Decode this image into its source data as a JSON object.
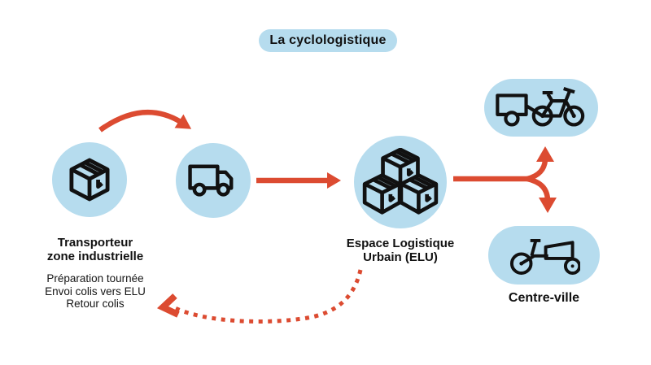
{
  "title": "La cyclologistique",
  "colors": {
    "accent_blue": "#B6DCEE",
    "accent_red": "#DC4B31",
    "ink": "#111111",
    "background": "#FFFFFF"
  },
  "nodes": {
    "transporteur": {
      "icon": "package-icon",
      "label_line1": "Transporteur",
      "label_line2": "zone industrielle",
      "details": [
        "Préparation tournée",
        "Envoi colis vers ELU",
        "Retour colis"
      ]
    },
    "camion": {
      "icon": "truck-icon"
    },
    "elu": {
      "icon": "parcel-stack-icon",
      "label_line1": "Espace Logistique",
      "label_line2": "Urbain (ELU)"
    },
    "velo_remorque": {
      "icon": "bike-trailer-icon"
    },
    "centre_ville": {
      "icon": "cargo-bike-icon",
      "label": "Centre-ville"
    }
  }
}
